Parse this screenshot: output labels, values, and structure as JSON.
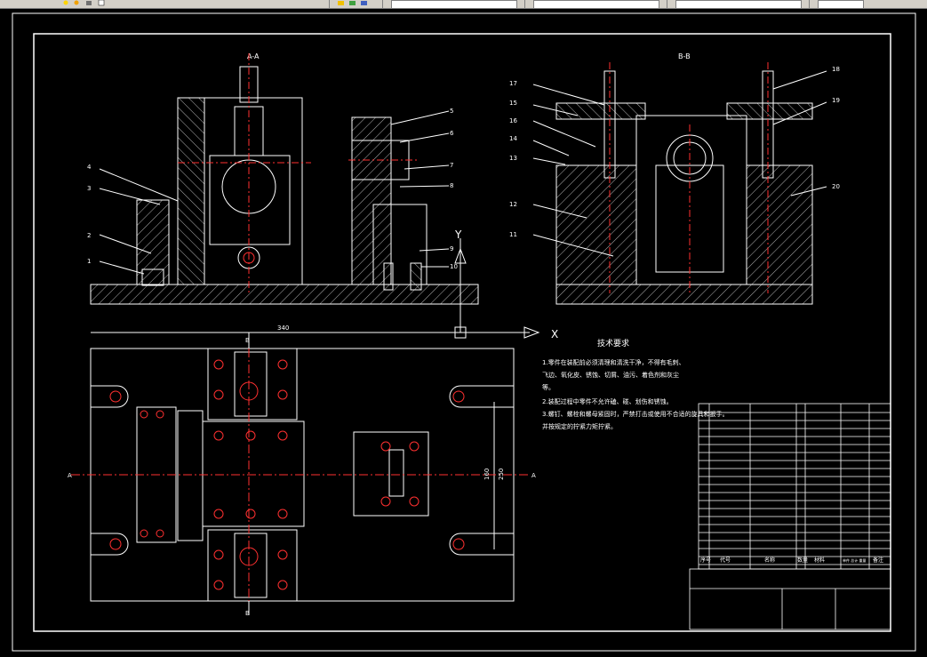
{
  "toolbar": {
    "field1": "",
    "field2": "",
    "field3": "",
    "field4": "",
    "field5": ""
  },
  "drawing": {
    "section_a": "A-A",
    "section_b": "B-B",
    "axis_y": "Y",
    "axis_x": "X",
    "dim_width": "340",
    "dim_height_outer": "250",
    "dim_height_inner": "160",
    "marker_a": "A",
    "marker_b": "B",
    "left_callouts": [
      "4",
      "3",
      "2",
      "1"
    ],
    "right_callouts": [
      "5",
      "6",
      "7",
      "8",
      "9",
      "10"
    ],
    "bb_left_callouts": [
      "17",
      "15",
      "16",
      "14",
      "13",
      "12",
      "11"
    ],
    "bb_right_callouts": [
      "18",
      "19",
      "20"
    ],
    "tech_title": "技术要求",
    "tech_lines": [
      "1.零件在装配前必须清理和清洗干净，不得有毛刺、",
      "飞边、氧化皮、锈蚀、切屑、油污、着色剂和灰尘",
      "等。",
      "2.装配过程中零件不允许磕、碰、划伤和锈蚀。",
      "3.螺钉、螺栓和螺母紧固时，严禁打击或使用不合适的旋具和扳手。",
      "并按规定的拧紧力矩拧紧。"
    ],
    "bom_header": [
      "序号",
      "代号",
      "名称",
      "数量",
      "材料",
      "单件 总计 重量",
      "备注"
    ]
  }
}
